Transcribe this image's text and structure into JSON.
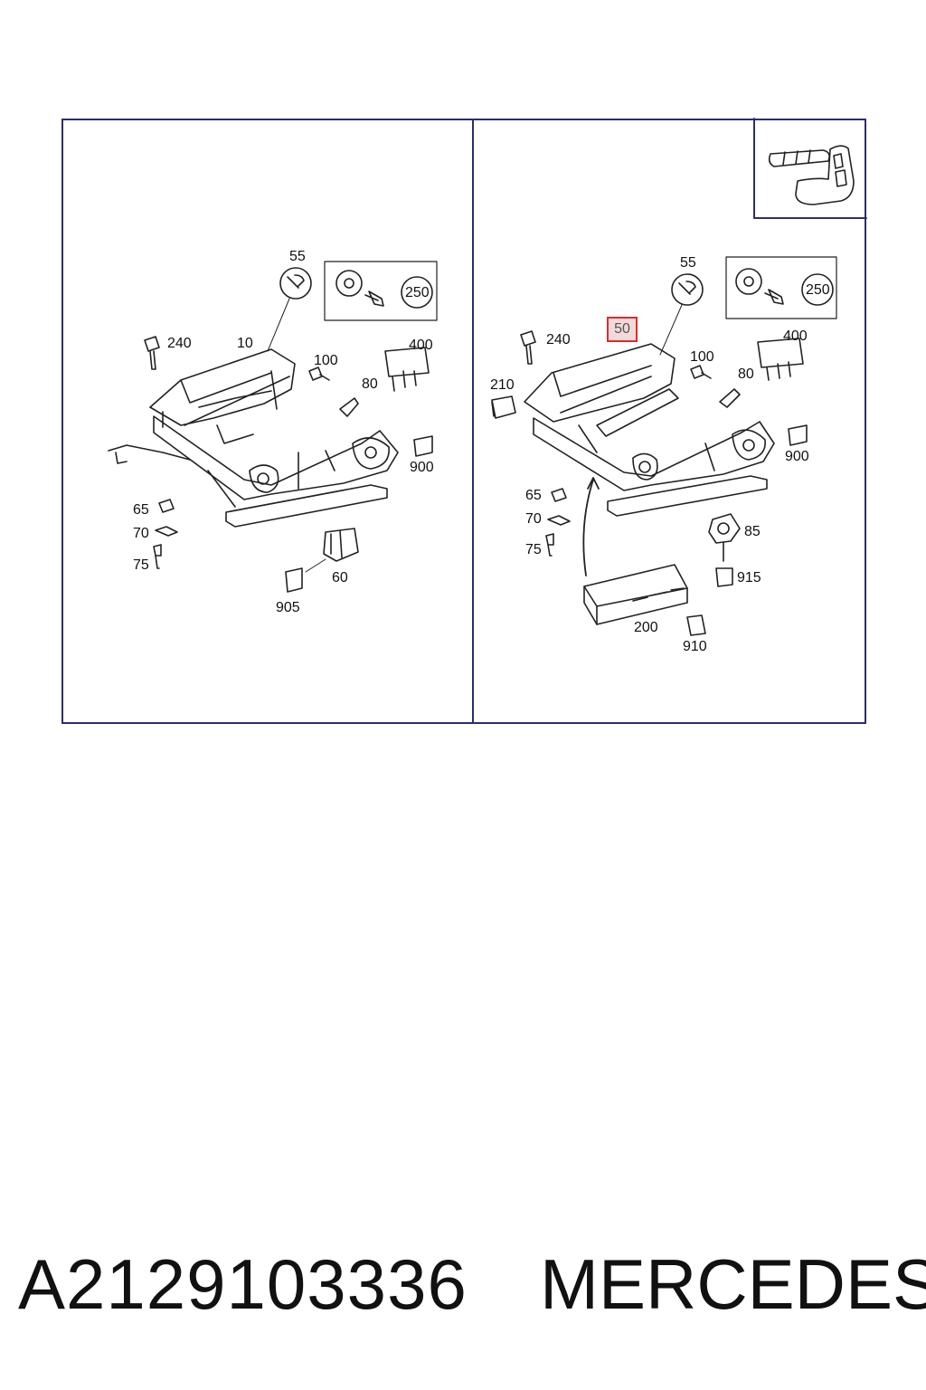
{
  "left_panel": {
    "labels": {
      "l55": "55",
      "l250": "250",
      "l240": "240",
      "l10": "10",
      "l100": "100",
      "l400": "400",
      "l80": "80",
      "l900": "900",
      "l65": "65",
      "l70": "70",
      "l75": "75",
      "l60": "60",
      "l905": "905"
    }
  },
  "right_panel": {
    "labels": {
      "l55": "55",
      "l250": "250",
      "l240": "240",
      "l50": "50",
      "l100": "100",
      "l400": "400",
      "l80": "80",
      "l210": "210",
      "l900": "900",
      "l65": "65",
      "l70": "70",
      "l75": "75",
      "l85": "85",
      "l915": "915",
      "l200": "200",
      "l910": "910"
    },
    "highlighted_part": "50"
  },
  "footer": {
    "part_number": "A2129103336",
    "brand": "MERCEDES"
  }
}
